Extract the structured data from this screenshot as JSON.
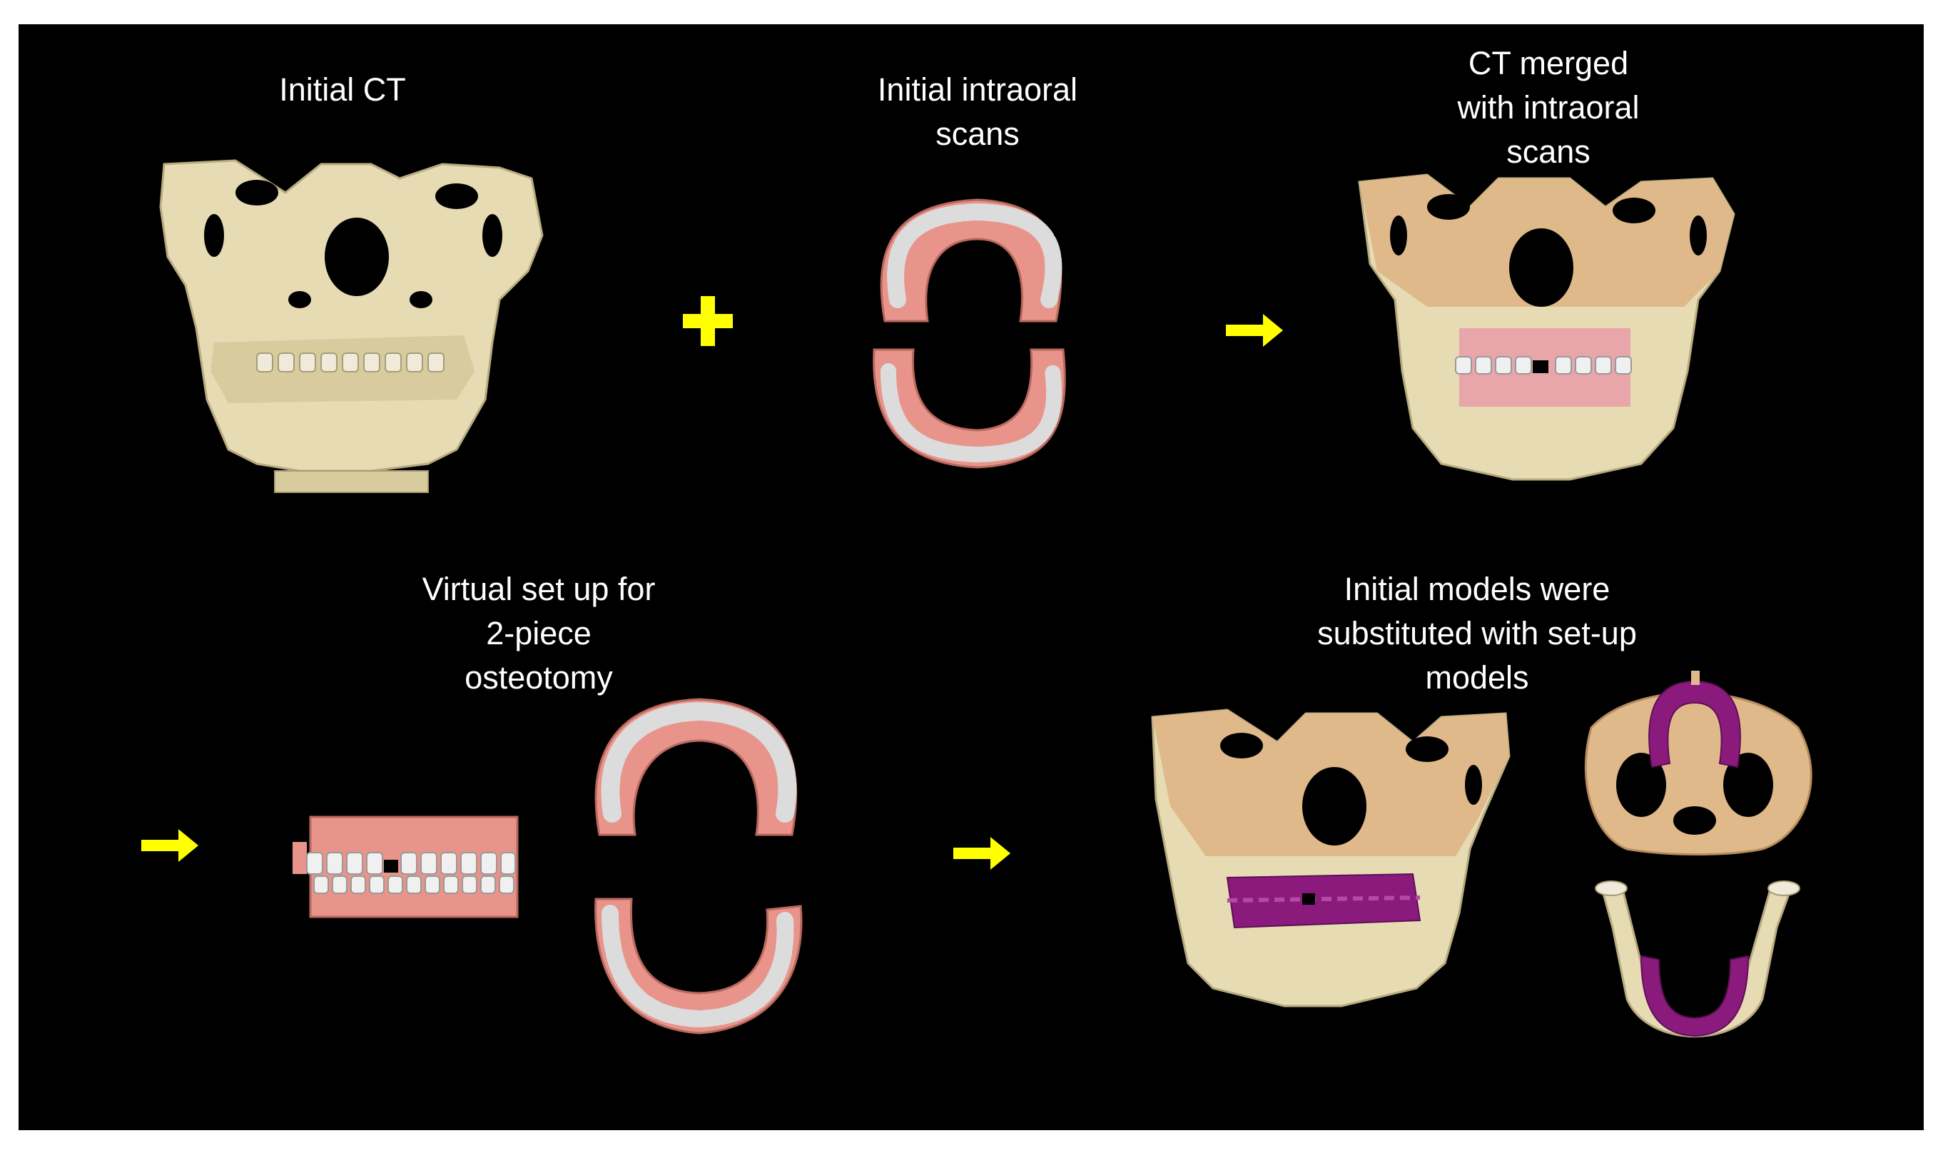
{
  "labels": {
    "initial_ct": "Initial CT",
    "initial_intraoral": "Initial intraoral\nscans",
    "ct_merged": "CT merged\nwith intraoral\nscans",
    "virtual_setup": "Virtual set up for\n2-piece\nosteotomy",
    "initial_models": "Initial models were\nsubstituted with set-up\nmodels"
  },
  "symbols": {
    "plus": "plus-icon",
    "arrow": "arrow-right-icon"
  },
  "colors": {
    "background": "#000000",
    "frame": "#ffffff",
    "text": "#ffffff",
    "bone": "#e6dbb3",
    "bone_tan": "#e0b98a",
    "gum": "#e8948a",
    "teeth": "#d9d9d9",
    "setup_model": "#8b1a7d",
    "arrow": "#ffff00"
  }
}
